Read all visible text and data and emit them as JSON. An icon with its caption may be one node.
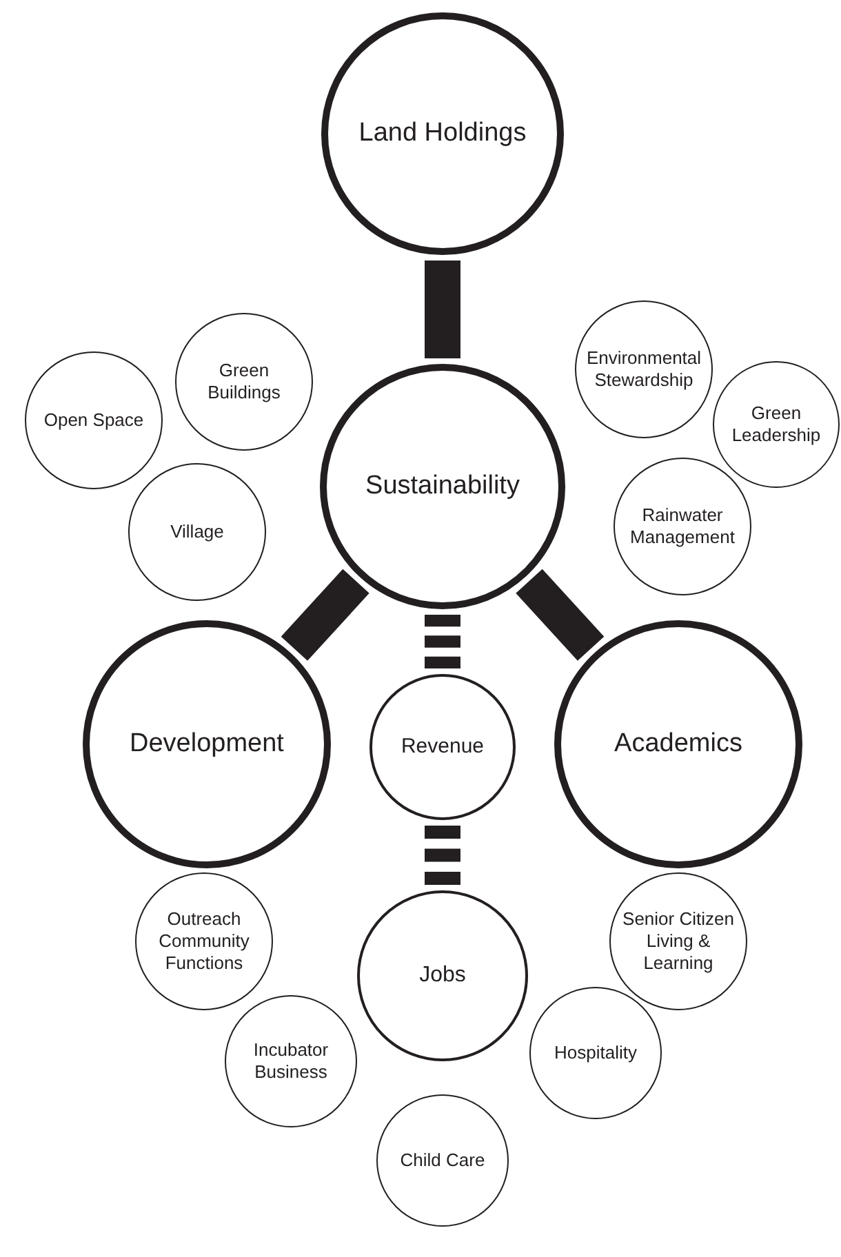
{
  "diagram": {
    "nodes": [
      {
        "text": [
          "Land Holdings"
        ]
      },
      {
        "text": [
          "Environmental Stewardship"
        ]
      },
      {
        "text": [
          "Green Buildings"
        ]
      },
      {
        "text": [
          "Open Space"
        ]
      },
      {
        "text": [
          "Green Leadership"
        ]
      },
      {
        "text": [
          "Sustainability"
        ]
      },
      {
        "text": [
          "Village"
        ]
      },
      {
        "text": [
          "Rainwater Management"
        ]
      },
      {
        "text": [
          "Development"
        ]
      },
      {
        "text": [
          "Revenue"
        ]
      },
      {
        "text": [
          "Academics"
        ]
      },
      {
        "text": [
          "Outreach Community Functions"
        ]
      },
      {
        "text": [
          "Senior Citizen Living & Learning"
        ]
      },
      {
        "text": [
          "Jobs"
        ]
      },
      {
        "text": [
          "Hospitality"
        ]
      },
      {
        "text": [
          "Incubator Business"
        ]
      },
      {
        "text": [
          "Child Care"
        ]
      }
    ],
    "edges": [
      {
        "from": 0,
        "to": 5,
        "arrow": "none"
      },
      {
        "from": 5,
        "to": 8,
        "arrow": "none"
      },
      {
        "from": 5,
        "to": 10,
        "arrow": "none"
      },
      {
        "from": 5,
        "to": 9,
        "arrow": "none",
        "style": "dashed"
      },
      {
        "from": 9,
        "to": 13,
        "arrow": "none",
        "style": "dashed"
      }
    ]
  }
}
